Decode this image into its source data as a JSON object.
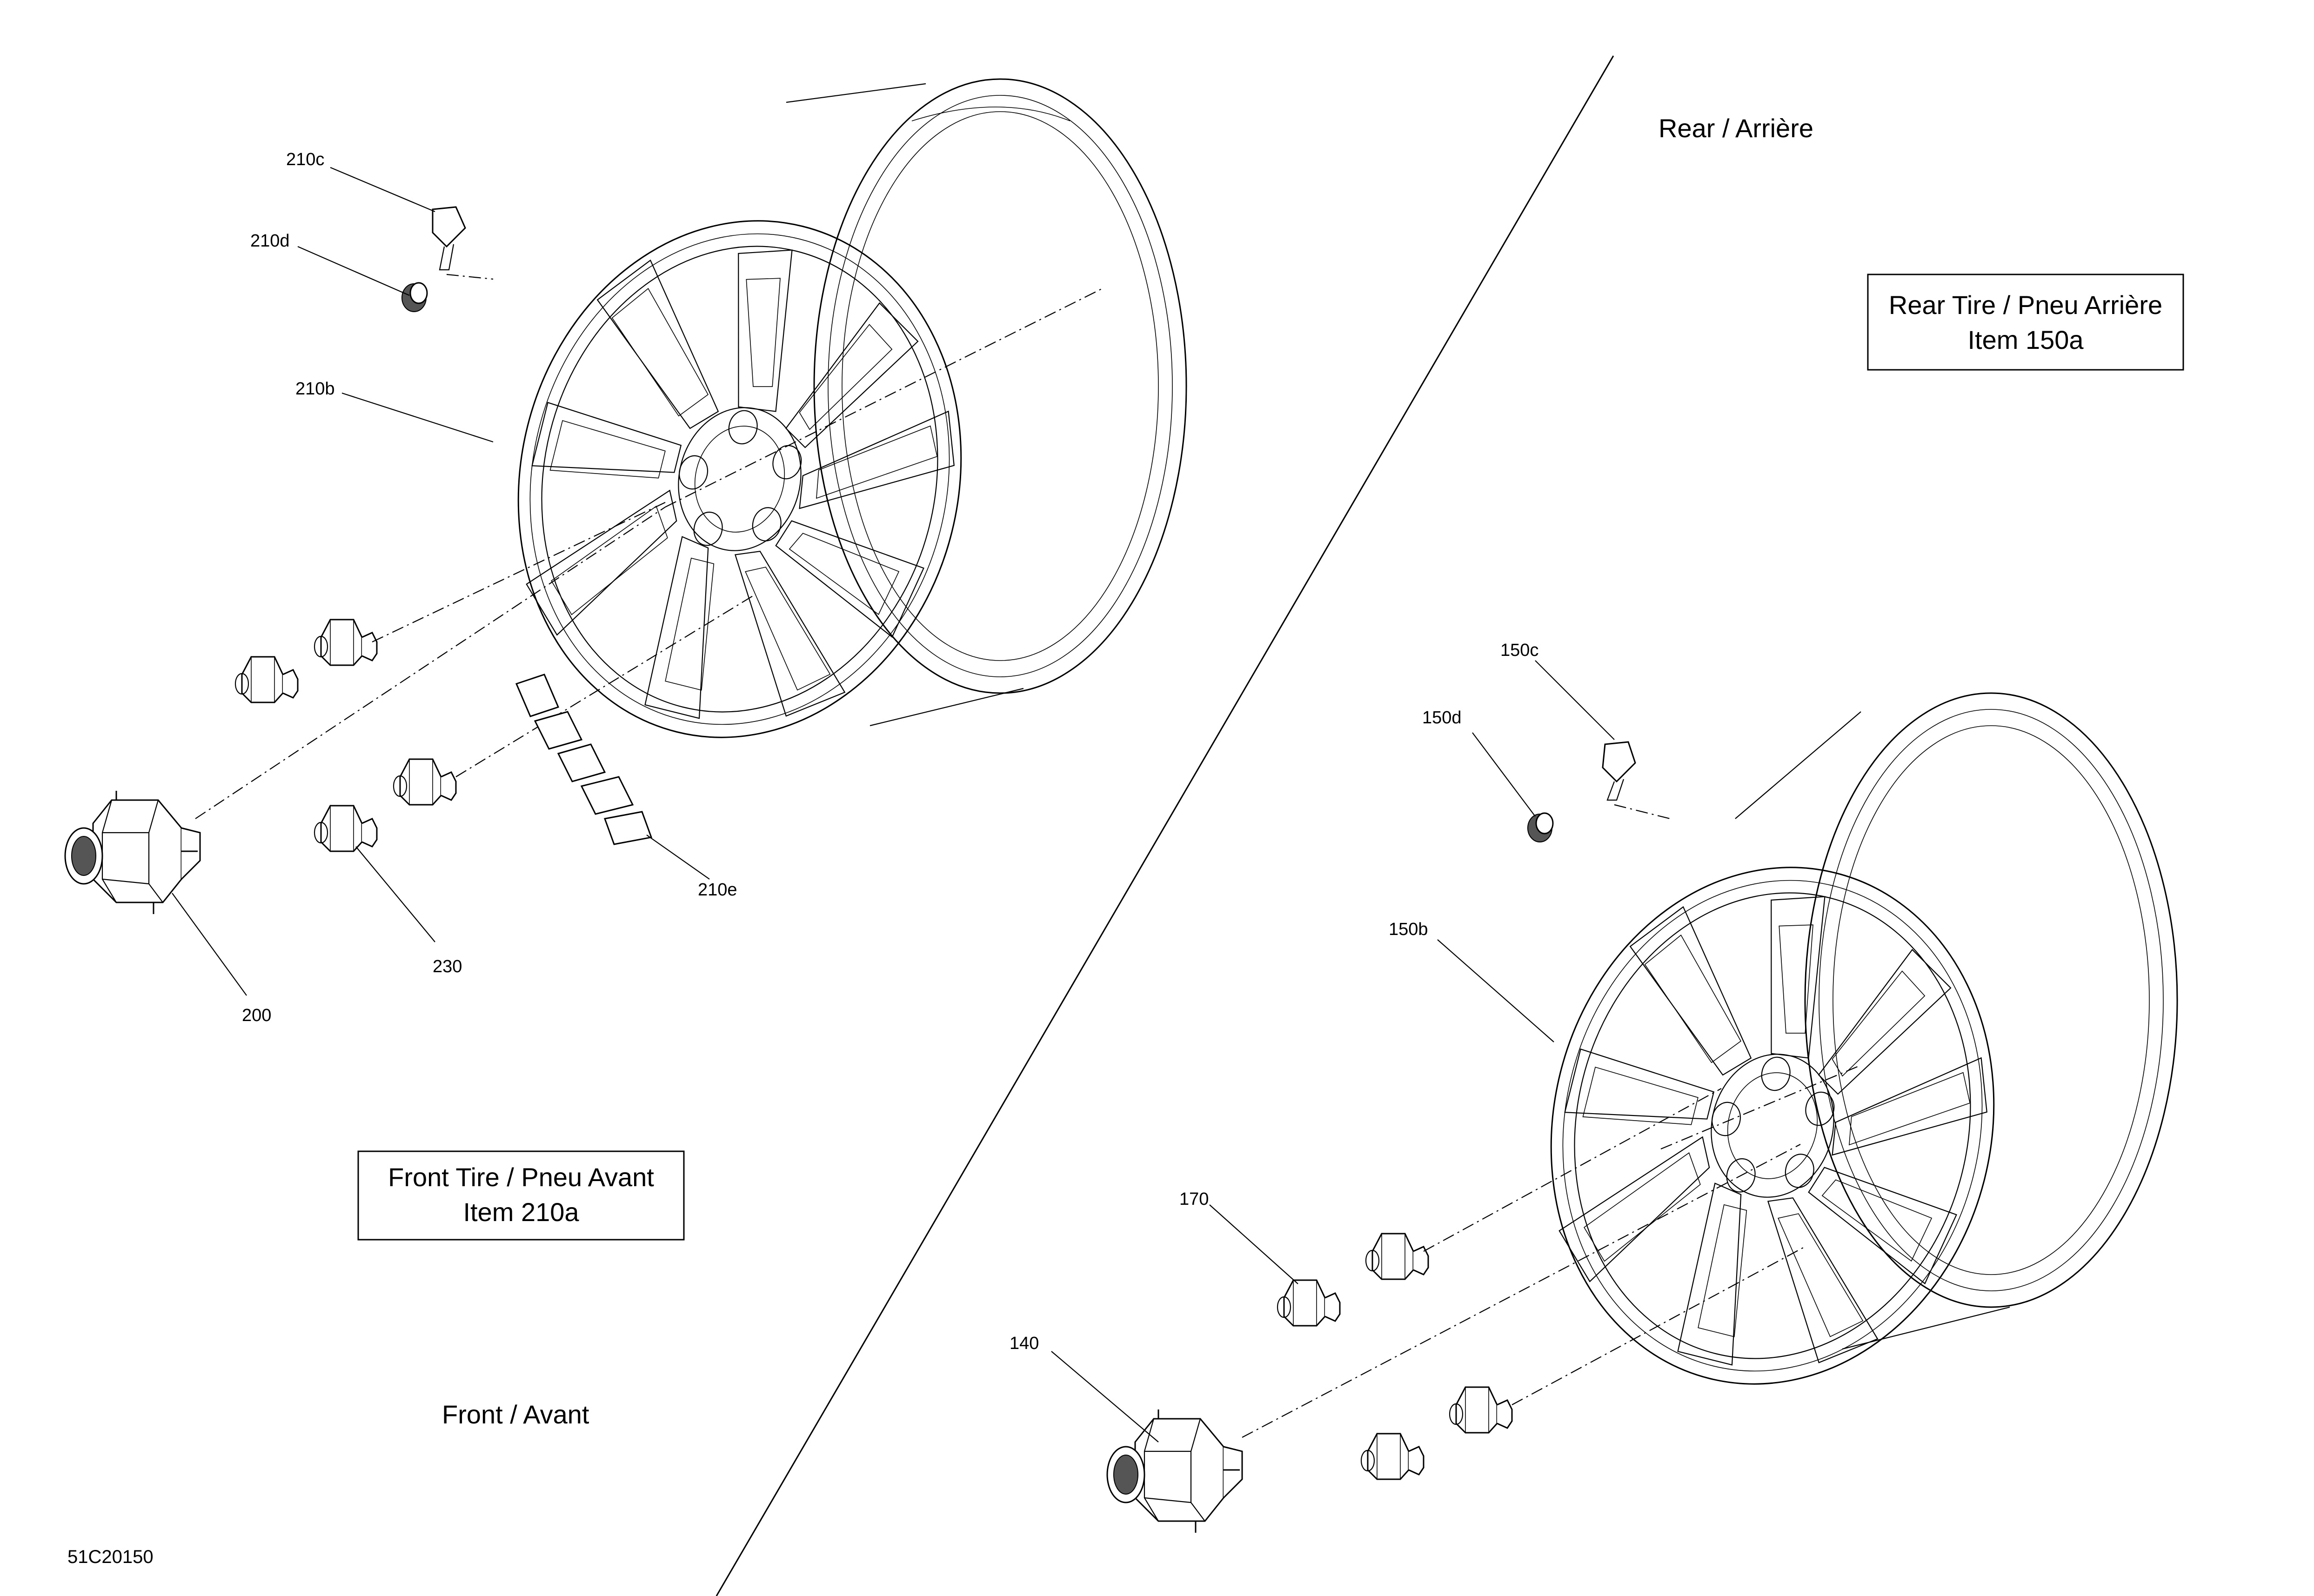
{
  "sections": {
    "rear_label": "Rear / Arrière",
    "front_label": "Front / Avant"
  },
  "rear_box": {
    "line1": "Rear Tire / Pneu Arrière",
    "line2": "Item 150a"
  },
  "front_box": {
    "line1": "Front Tire / Pneu Avant",
    "line2": "Item 210a"
  },
  "callouts": {
    "c210c": "210c",
    "c210d": "210d",
    "c210b": "210b",
    "c210e": "210e",
    "c230": "230",
    "c200": "200",
    "c150c": "150c",
    "c150d": "150d",
    "c150b": "150b",
    "c170": "170",
    "c140": "140"
  },
  "drawing_code": "51C20150"
}
